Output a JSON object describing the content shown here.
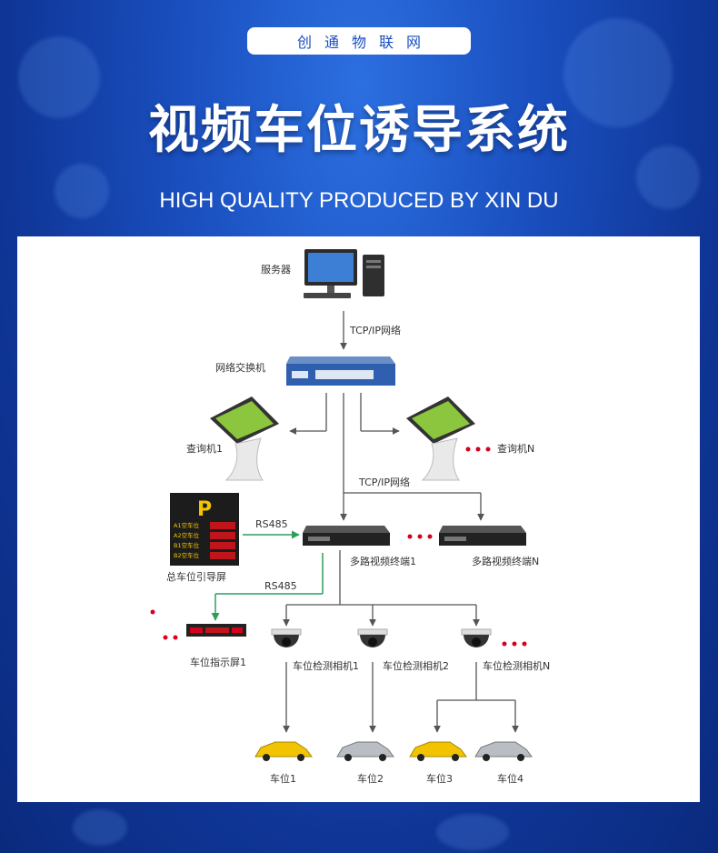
{
  "header": {
    "brand": "创通物联网",
    "title": "视频车位诱导系统",
    "subtitle": "HIGH QUALITY PRODUCED BY XIN DU"
  },
  "diagram": {
    "server": "服务器",
    "network_top": "TCP/IP网络",
    "switch": "网络交换机",
    "kiosk_1": "查询机1",
    "kiosk_n": "查询机N",
    "network_mid": "TCP/IP网络",
    "rs485_top": "RS485",
    "rs485_bottom": "RS485",
    "total_guide_screen": "总车位引导屏",
    "guide_sign": {
      "letter": "P",
      "rows": [
        "A1空车位",
        "A2空车位",
        "B1空车位",
        "B2空车位"
      ]
    },
    "video_terminal_1": "多路视频终端1",
    "video_terminal_n": "多路视频终端N",
    "indicator_screen": "车位指示屏1",
    "camera_1": "车位检测相机1",
    "camera_2": "车位检测相机2",
    "camera_n": "车位检测相机N",
    "spots": [
      "车位1",
      "车位2",
      "车位3",
      "车位4"
    ]
  },
  "colors": {
    "background": "#1a4fbf",
    "line": "#555555",
    "rs485_line": "#2e9e5b",
    "ellipsis_dot": "#d6001c",
    "car_yellow": "#f2c300",
    "car_silver": "#b9bec4"
  }
}
